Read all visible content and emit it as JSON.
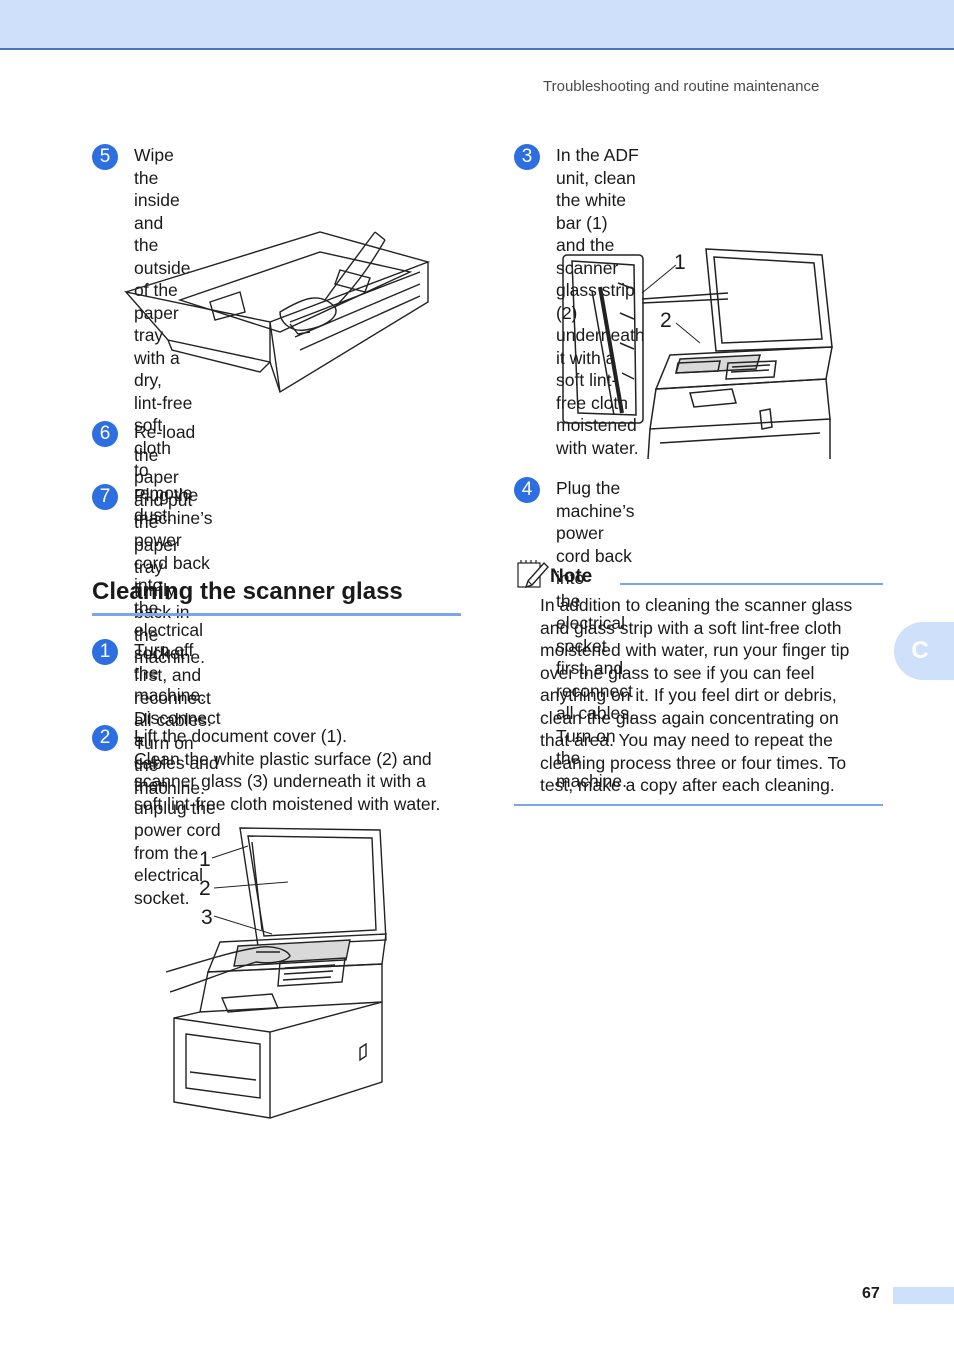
{
  "header": {
    "section": "Troubleshooting and routine maintenance"
  },
  "left_steps_top": [
    {
      "num": "5",
      "text": "Wipe the inside and the outside of the\npaper tray with a dry, lint-free soft cloth\nto remove dust."
    },
    {
      "num": "6",
      "text": "Re-load the paper and put the paper tray\nfirmly back in the machine."
    },
    {
      "num": "7",
      "text": "Plug the machine’s power cord back into\nthe electrical socket first, and reconnect\nall cables. Turn on the machine."
    }
  ],
  "section": {
    "title": "Cleaning the scanner glass"
  },
  "left_steps_bottom": [
    {
      "num": "1",
      "text": "Turn off the machine. Disconnect all\ncables and then unplug the power cord\nfrom the electrical socket."
    },
    {
      "num": "2",
      "text": "Lift the document cover (1).\nClean the white plastic surface (2) and\nscanner glass (3) underneath it with a\nsoft lint-free cloth moistened with water."
    }
  ],
  "right_steps": [
    {
      "num": "3",
      "text": "In the ADF unit, clean the white bar (1)\nand the scanner glass strip (2)\nunderneath it with a soft lint-free cloth\nmoistened with water."
    },
    {
      "num": "4",
      "text": "Plug the machine’s power cord back into\nthe electrical socket first, and reconnect\nall cables. Turn on the machine."
    }
  ],
  "figures": {
    "scanner_callouts": [
      "1",
      "2",
      "3"
    ],
    "adf_callouts": [
      "1",
      "2"
    ]
  },
  "note": {
    "title": "Note",
    "text": "In addition to cleaning the scanner glass\nand glass strip with a soft lint-free cloth\nmoistened with water, run your finger tip\nover the glass to see if you can feel\nanything on it. If you feel dirt or debris,\nclean the glass again concentrating on\nthat area. You may need to repeat the\ncleaning process three or four times. To\ntest, make a copy after each cleaning."
  },
  "side_tab": {
    "letter": "C"
  },
  "footer": {
    "page_number": "67"
  },
  "colors": {
    "accent": "#2d6fe0",
    "band": "#cfe0fa",
    "rule": "#7aa6ea"
  }
}
